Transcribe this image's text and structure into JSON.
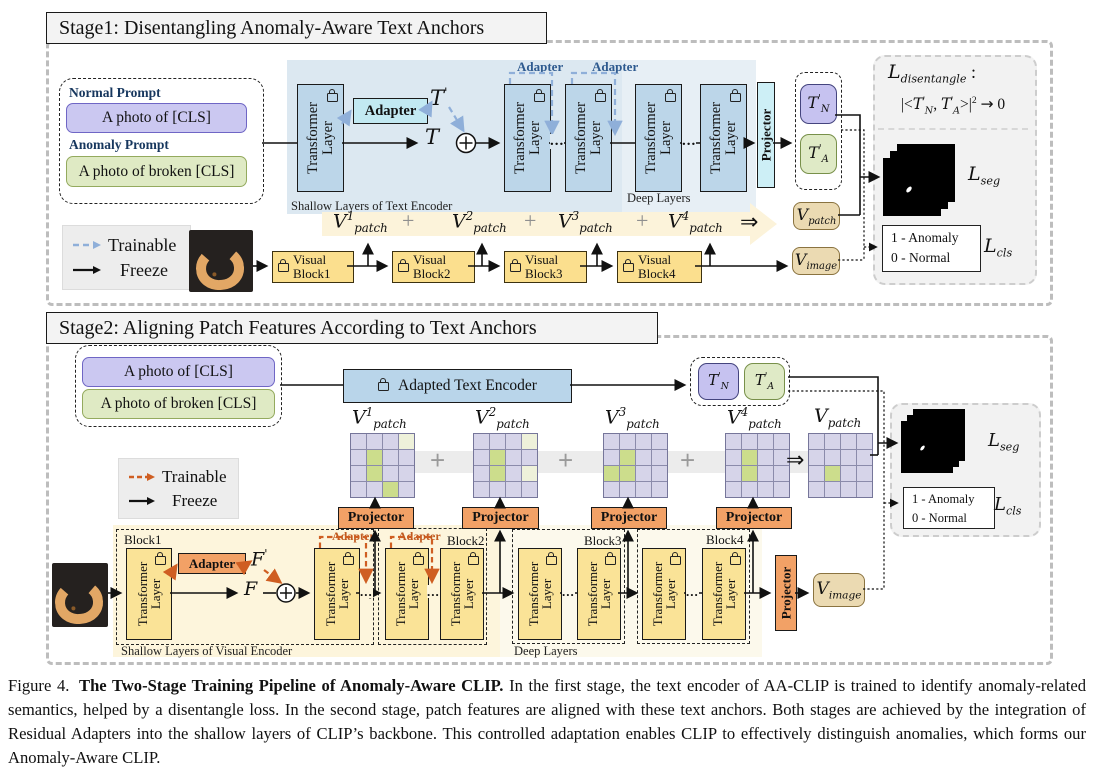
{
  "shared": {
    "T": "T",
    "V": "V",
    "F": "F",
    "L": "L",
    "N": "N",
    "A": "A",
    "prime": "'",
    "patch": "patch",
    "image": "image",
    "sup": [
      "1",
      "2",
      "3",
      "4"
    ],
    "transformer": "Transformer",
    "layer": "Layer",
    "plus": "+",
    "implies": "⇒",
    "arrow_right": "→",
    "trainable": "Trainable",
    "freeze": "Freeze"
  },
  "stage1": {
    "title": "Stage1: Disentangling Anomaly-Aware Text Anchors",
    "normal_prompt_label": "Normal Prompt",
    "anomaly_prompt_label": "Anomaly Prompt",
    "normal_prompt": "A photo of [CLS]",
    "anomaly_prompt": "A photo of broken [CLS]",
    "adapter": "Adapter",
    "projector": "Projector",
    "shallow_caption": "Shallow Layers of Text Encoder",
    "deep_caption": "Deep Layers",
    "visual_blocks": [
      {
        "l1": "Visual",
        "l2": "Block1"
      },
      {
        "l1": "Visual",
        "l2": "Block2"
      },
      {
        "l1": "Visual",
        "l2": "Block3"
      },
      {
        "l1": "Visual",
        "l2": "Block4"
      }
    ],
    "loss": {
      "disentangle": "disentangle",
      "colon": ":",
      "formula_pre": "|<",
      "formula_comma": ", ",
      "formula_post": ">|",
      "exp": "2",
      "arrow": "→",
      "zero": "0",
      "seg": "seg",
      "cls": "cls",
      "cls_line1": "1 - Anomaly",
      "cls_line2": "0 - Normal"
    }
  },
  "stage2": {
    "title": "Stage2: Aligning Patch Features According to Text Anchors",
    "normal_prompt": "A photo of [CLS]",
    "anomaly_prompt": "A photo of broken [CLS]",
    "adapted_encoder": "Adapted Text Encoder",
    "adapter": "Adapter",
    "projector": "Projector",
    "blocks": [
      "Block1",
      "Block2",
      "Block3",
      "Block4"
    ],
    "shallow_caption": "Shallow Layers of Visual Encoder",
    "deep_caption": "Deep Layers",
    "grids": [
      {
        "green": [
          [
            1,
            1
          ],
          [
            2,
            1
          ],
          [
            3,
            2
          ]
        ],
        "pale": [
          [
            0,
            3
          ]
        ]
      },
      {
        "green": [
          [
            1,
            1
          ],
          [
            2,
            1
          ]
        ],
        "pale": [
          [
            0,
            3
          ],
          [
            2,
            3
          ]
        ]
      },
      {
        "green": [
          [
            1,
            1
          ],
          [
            2,
            0
          ],
          [
            2,
            1
          ]
        ],
        "pale": []
      },
      {
        "green": [
          [
            1,
            1
          ],
          [
            2,
            1
          ]
        ],
        "pale": []
      },
      {
        "green": [
          [
            2,
            1
          ]
        ],
        "pale": []
      }
    ],
    "loss": {
      "seg": "seg",
      "cls": "cls",
      "cls_line1": "1 - Anomaly",
      "cls_line2": "0 - Normal"
    }
  },
  "figure": {
    "caption_prefix": "Figure 4.",
    "caption_bold": "The Two-Stage Training Pipeline of Anomaly-Aware CLIP.",
    "caption_text": "In the first stage, the text encoder of AA-CLIP is trained to identify anomaly-related semantics, helped by a disentangle loss. In the second stage, patch features are aligned with these text anchors. Both stages are achieved by the integration of Residual Adapters into the shallow layers of CLIP’s backbone. This controlled adaptation enables CLIP to effectively distinguish anomalies, which forms our Anomaly-Aware CLIP."
  },
  "colors": {
    "transformer_blue": "#bcd6e9",
    "strip_shallow": "#dce8f1",
    "strip_deep": "#e7eff5",
    "adapter_cyan": "#c2e9f2",
    "projector_cyan": "#cdeff6",
    "lavender": "#cbc8f1",
    "lavender_border": "#6f66c5",
    "green": "#dfeac4",
    "green_border": "#94aa5e",
    "tan": "#ebdab2",
    "tan_border": "#8a7340",
    "visual_block_yellow": "#fbdf8e",
    "stage2_yellow": "#fae397",
    "orange": "#f2a166",
    "orange_dash": "#cf5e22",
    "blue_dash": "#8fafd9",
    "cream_shallow": "#fdf5dc",
    "cream_deep": "#fcf9ec",
    "band_cream": "#fcf3da",
    "band_gray": "#ececec",
    "panel_gray": "#f2f2f2",
    "grid_cell": "#d6d4e9",
    "grid_green": "#ccdd8c"
  }
}
